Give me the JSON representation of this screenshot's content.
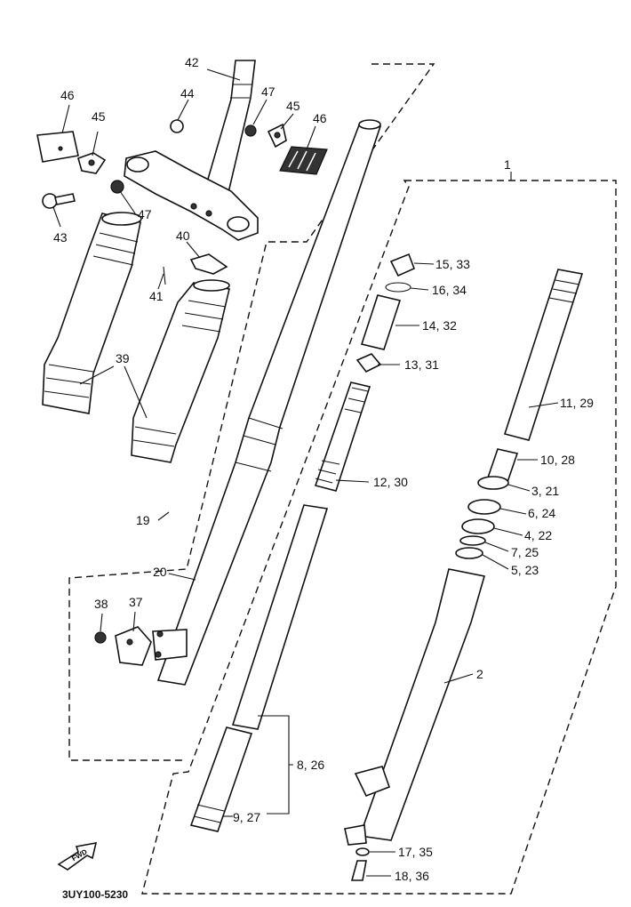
{
  "diagram": {
    "drawing_code": "3UY100-5230",
    "direction_marker": "FWD",
    "callouts": [
      {
        "id": "c1",
        "text": "1"
      },
      {
        "id": "c2",
        "text": "2"
      },
      {
        "id": "c3",
        "text": "3, 21"
      },
      {
        "id": "c4",
        "text": "4, 22"
      },
      {
        "id": "c5",
        "text": "5, 23"
      },
      {
        "id": "c6",
        "text": "6, 24"
      },
      {
        "id": "c7",
        "text": "7, 25"
      },
      {
        "id": "c8",
        "text": "8, 26"
      },
      {
        "id": "c9",
        "text": "9, 27"
      },
      {
        "id": "c10",
        "text": "10, 28"
      },
      {
        "id": "c11",
        "text": "11, 29"
      },
      {
        "id": "c12",
        "text": "12, 30"
      },
      {
        "id": "c13",
        "text": "13, 31"
      },
      {
        "id": "c14",
        "text": "14, 32"
      },
      {
        "id": "c15",
        "text": "15, 33"
      },
      {
        "id": "c16",
        "text": "16, 34"
      },
      {
        "id": "c17",
        "text": "17, 35"
      },
      {
        "id": "c18",
        "text": "18, 36"
      },
      {
        "id": "c19",
        "text": "19"
      },
      {
        "id": "c20",
        "text": "20"
      },
      {
        "id": "c37",
        "text": "37"
      },
      {
        "id": "c38",
        "text": "38"
      },
      {
        "id": "c39",
        "text": "39"
      },
      {
        "id": "c40",
        "text": "40"
      },
      {
        "id": "c41",
        "text": "41"
      },
      {
        "id": "c42",
        "text": "42"
      },
      {
        "id": "c43",
        "text": "43"
      },
      {
        "id": "c44",
        "text": "44"
      },
      {
        "id": "c45a",
        "text": "45"
      },
      {
        "id": "c45b",
        "text": "45"
      },
      {
        "id": "c46a",
        "text": "46"
      },
      {
        "id": "c46b",
        "text": "46"
      },
      {
        "id": "c47a",
        "text": "47"
      },
      {
        "id": "c47b",
        "text": "47"
      }
    ]
  }
}
